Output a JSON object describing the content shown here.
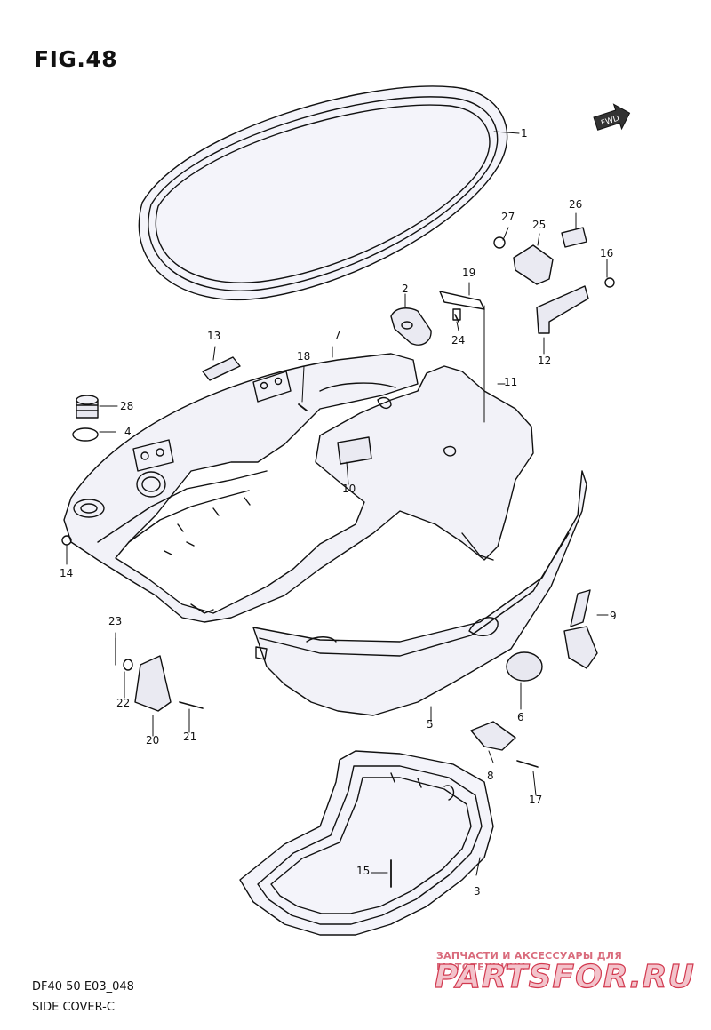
{
  "figure": {
    "title": "FIG.48",
    "code": "DF40 50 E03_048",
    "name": "SIDE COVER-C",
    "direction_icon": "forward-arrow-icon",
    "direction_text": "FWD"
  },
  "callouts": [
    "1",
    "2",
    "3",
    "4",
    "5",
    "6",
    "7",
    "8",
    "9",
    "10",
    "11",
    "12",
    "13",
    "14",
    "15",
    "16",
    "17",
    "18",
    "19",
    "20",
    "21",
    "22",
    "23",
    "24",
    "25",
    "26",
    "27",
    "28"
  ],
  "watermark": {
    "tagline": "ЗАПЧАСТИ И АКСЕССУАРЫ ДЛЯ МОТОТЕХНИКИ",
    "logo": "PARTSFOR.RU",
    "color": "#d2394f"
  },
  "colors": {
    "part_fill": "#efeff7",
    "line": "#111111"
  }
}
